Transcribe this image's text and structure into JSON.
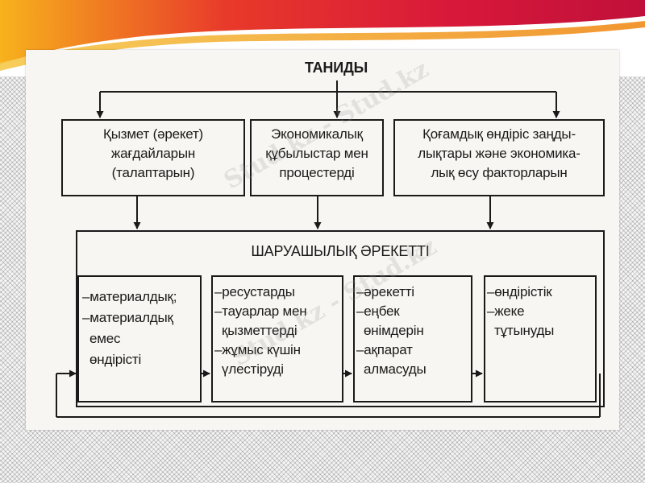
{
  "diagram": {
    "top_label": "ТАНИДЫ",
    "level1": [
      {
        "lines": [
          "Қызмет (әрекет)",
          "жағдайларын",
          "(талаптарын)"
        ]
      },
      {
        "lines": [
          "Экономикалық",
          "құбылыстар мен",
          "процестерді"
        ]
      },
      {
        "lines": [
          "Қоғамдық өндіріс заңды-",
          "лықтары және экономика-",
          "лық өсу факторларын"
        ]
      }
    ],
    "main_label": "ШАРУАШЫЛЫҚ ӘРЕКЕТТІ",
    "level2": [
      {
        "lines": [
          "–материалдық;",
          "–материалдық",
          "  емес",
          "  өндірісті"
        ]
      },
      {
        "lines": [
          "–ресустарды",
          "–тауарлар мен",
          "  қызметтерді",
          "–жұмыс күшін",
          "  үлестіруді"
        ]
      },
      {
        "lines": [
          "–әрекетті",
          "–еңбек",
          "  өнімдерін",
          "–ақпарат",
          "  алмасуды"
        ]
      },
      {
        "lines": [
          "–өндірістік",
          "–жеке",
          "  тұтынуды"
        ]
      }
    ]
  },
  "watermark_text": "Stud.kz - Stud.kz",
  "colors": {
    "banner_red": "#d8183a",
    "banner_orange": "#f39a1a",
    "ink": "#1a1a1a",
    "paper": "#f7f6f2"
  }
}
